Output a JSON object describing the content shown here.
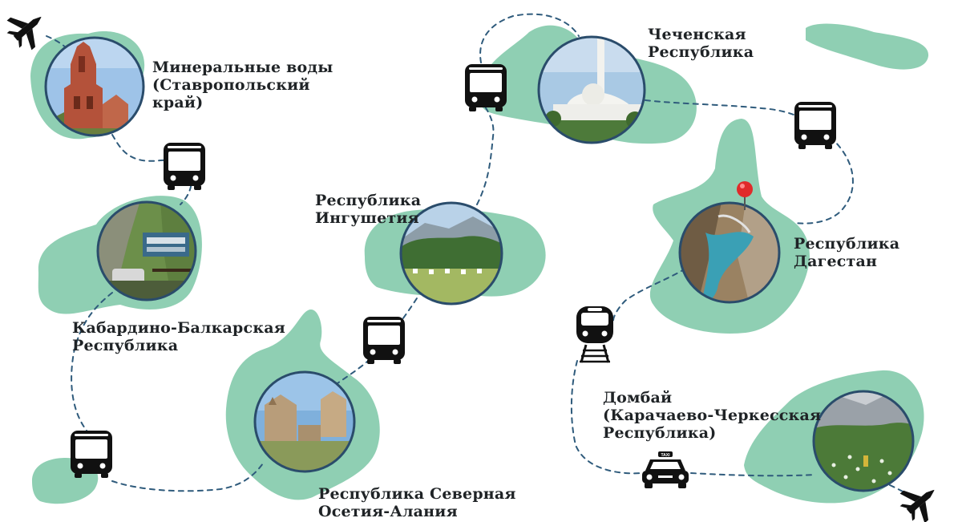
{
  "stops": {
    "mineralnye": {
      "lines": [
        "Минеральные воды",
        "(Ставропольский",
        "край)"
      ]
    },
    "chechnya": {
      "lines": [
        "Чеченская",
        "Республика"
      ]
    },
    "ingushetia": {
      "lines": [
        "Республика",
        "Ингушетия"
      ]
    },
    "dagestan": {
      "lines": [
        "Республика",
        "Дагестан"
      ]
    },
    "kabardino": {
      "lines": [
        "Кабардино-Балкарская",
        "Республика"
      ]
    },
    "dombay": {
      "lines": [
        "Домбай",
        "(Карачаево-Черкесская",
        "Республика)"
      ]
    },
    "ossetia": {
      "lines": [
        "Республика Северная",
        "Осетия-Алания"
      ]
    }
  },
  "icons": {
    "taxi_sign": "TAXI"
  },
  "colors": {
    "blob": "#8fcfb3",
    "route": "#2f5b7c",
    "ring": "#2a4c6b",
    "icon": "#111111",
    "pin": "#e02a2a",
    "text": "#1f2326"
  }
}
